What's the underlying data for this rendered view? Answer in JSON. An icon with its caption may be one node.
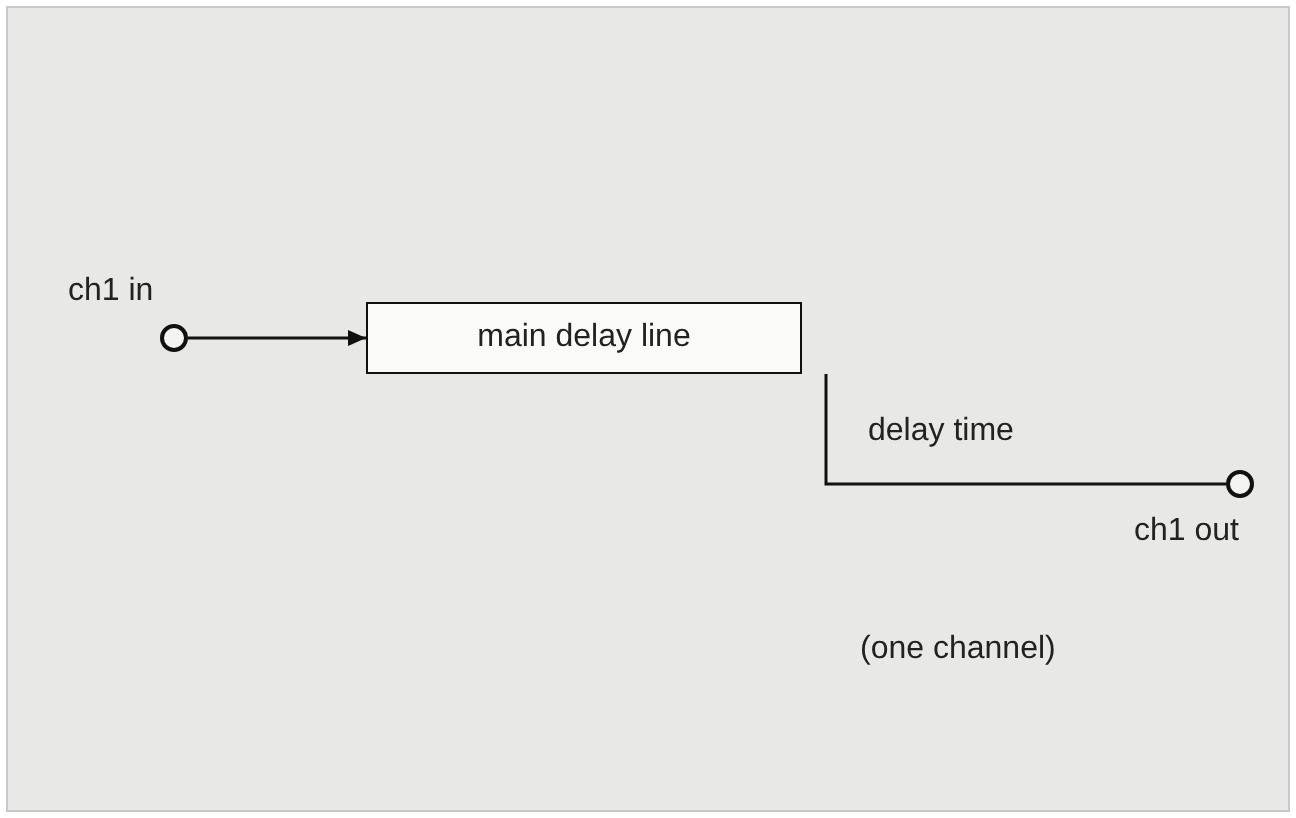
{
  "diagram": {
    "nodes": [
      {
        "text": [],
        "shape": "circle",
        "beside": [
          "ch1 in"
        ]
      },
      {
        "text": [
          "main delay line"
        ]
      },
      {
        "text": [],
        "shape": "circle",
        "beside": [
          "ch1 out"
        ]
      }
    ],
    "edges": [
      {
        "from": 0,
        "to": 1,
        "arrow": "to"
      },
      {
        "from": 1,
        "to": 2,
        "arrow": "none",
        "label": "delay time"
      }
    ],
    "labels": [
      "(one channel)"
    ]
  }
}
